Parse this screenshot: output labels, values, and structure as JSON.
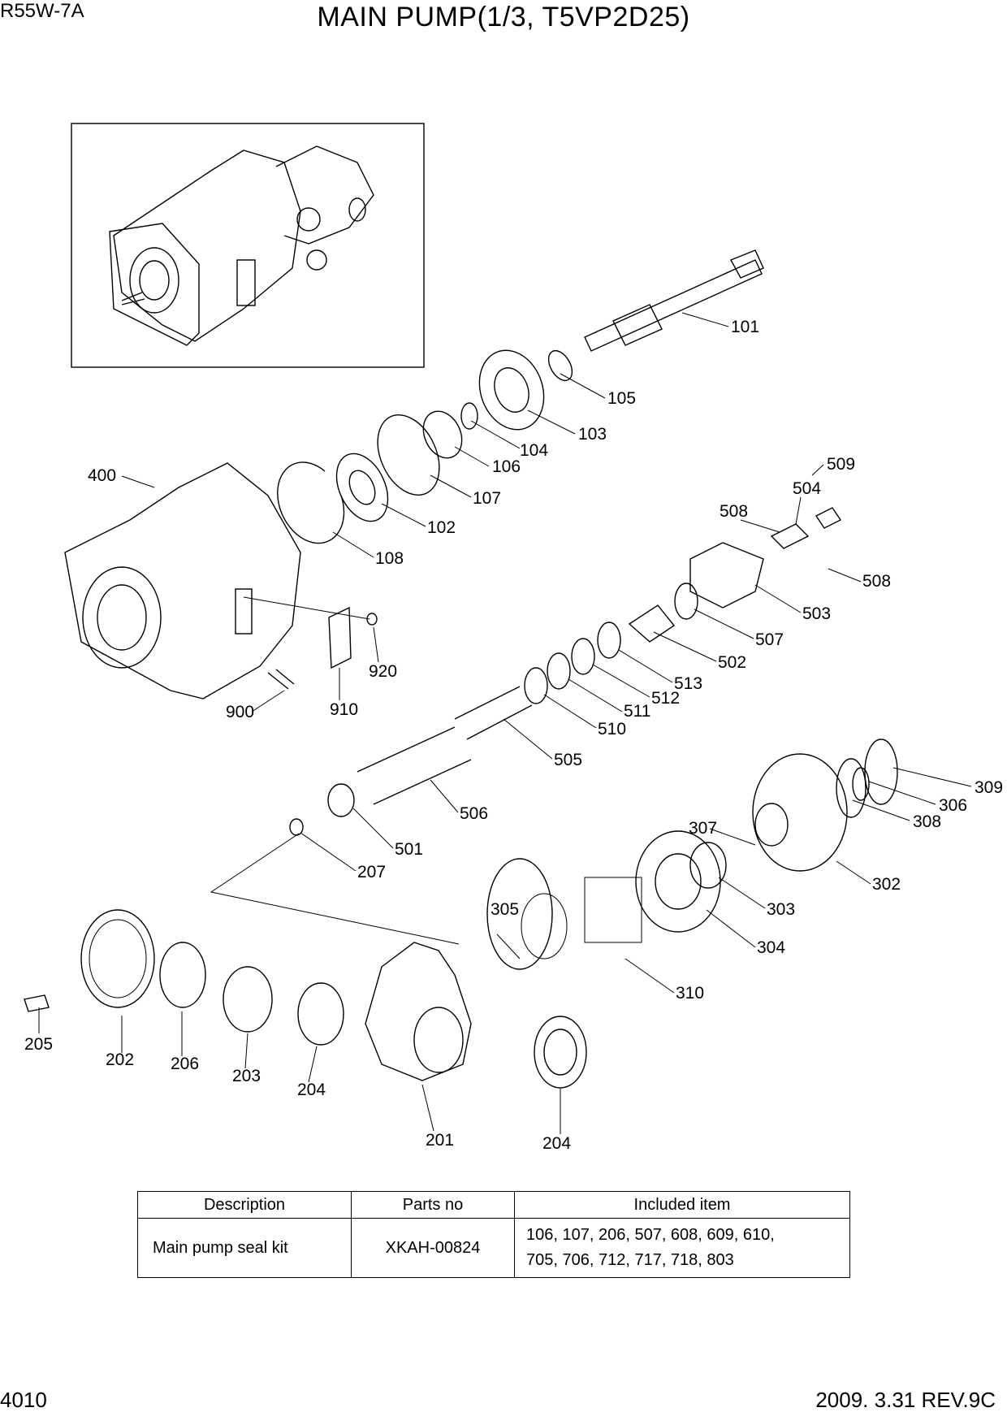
{
  "header": {
    "model": "R55W-7A",
    "title": "MAIN PUMP(1/3, T5VP2D25)"
  },
  "diagram": {
    "labels": [
      "101",
      "105",
      "103",
      "104",
      "106",
      "107",
      "102",
      "108",
      "400",
      "509",
      "504",
      "508",
      "508",
      "503",
      "507",
      "502",
      "513",
      "512",
      "511",
      "510",
      "505",
      "506",
      "501",
      "207",
      "920",
      "910",
      "900",
      "307",
      "309",
      "306",
      "308",
      "302",
      "303",
      "304",
      "305",
      "310",
      "205",
      "202",
      "206",
      "203",
      "204",
      "201",
      "204"
    ]
  },
  "kit_table": {
    "headers": [
      "Description",
      "Parts no",
      "Included item"
    ],
    "rows": [
      {
        "description": "Main pump seal kit",
        "parts_no": "XKAH-00824",
        "included_line1": "106, 107, 206, 507, 608, 609, 610,",
        "included_line2": "705, 706, 712, 717, 718, 803"
      }
    ]
  },
  "footer": {
    "page": "4010",
    "revision": "2009. 3.31  REV.9C"
  }
}
